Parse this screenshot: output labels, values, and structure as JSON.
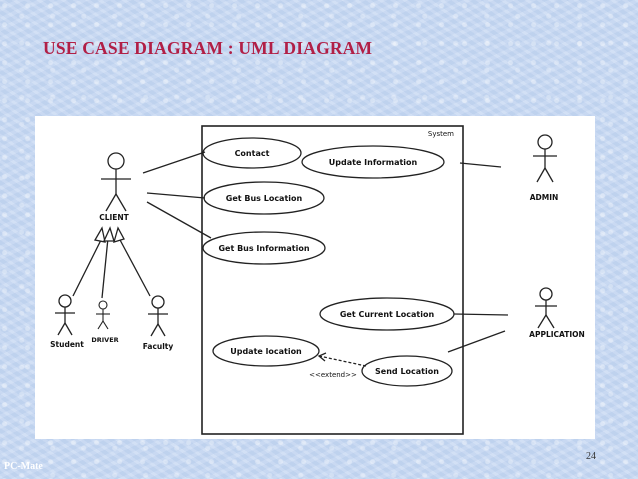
{
  "slide": {
    "title": "USE CASE DIAGRAM : UML DIAGRAM",
    "number": "24",
    "watermark": "PC-Mate"
  },
  "diagram": {
    "system_label": "System",
    "actors": {
      "client": "CLIENT",
      "student": "Student",
      "driver": "DRIVER",
      "faculty": "Faculty",
      "admin": "ADMIN",
      "application": "APPLICATION"
    },
    "use_cases": {
      "contact": "Contact",
      "update_information": "Update Information",
      "get_bus_location": "Get Bus Location",
      "get_bus_information": "Get Bus Information",
      "get_current_location": "Get Current Location",
      "update_location": "Update location",
      "send_location": "Send Location"
    },
    "extend_label": "<<extend>>"
  }
}
